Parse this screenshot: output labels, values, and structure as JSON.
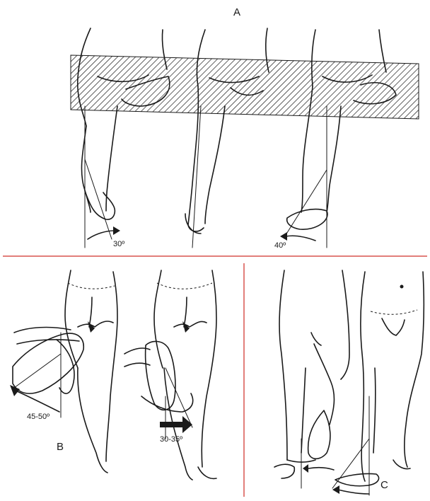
{
  "panels": {
    "a": {
      "letter": "A",
      "angles": [
        "30º",
        "40º"
      ]
    },
    "b": {
      "letter": "B",
      "angles": [
        "45-50º",
        "30-35º"
      ]
    },
    "c": {
      "letter": "C"
    }
  },
  "colors": {
    "divider": "#d9534f",
    "ink": "#1a1a1a"
  }
}
